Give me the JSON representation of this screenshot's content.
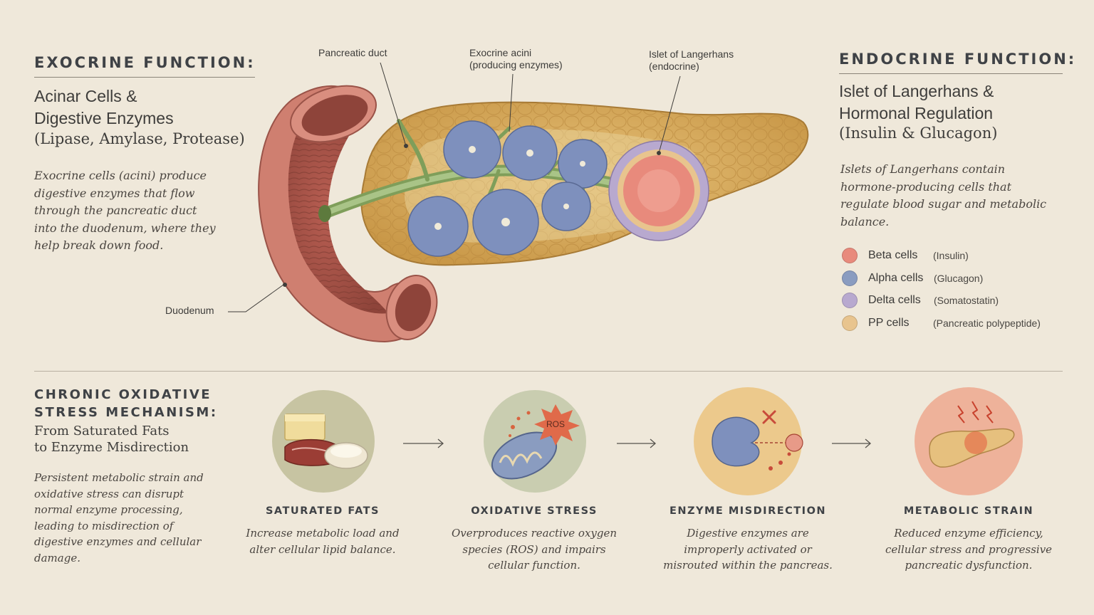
{
  "exocrine": {
    "heading": "EXOCRINE FUNCTION:",
    "title_line1": "Acinar Cells &",
    "title_line2": "Digestive Enzymes",
    "subtitle": "(Lipase, Amylase, Protease)",
    "body": "Exocrine cells (acini) produce digestive enzymes that flow through the pancreatic duct into the duodenum, where they help break down food."
  },
  "endocrine": {
    "heading": "ENDOCRINE FUNCTION:",
    "title_line1": "Islet of Langerhans &",
    "title_line2": "Hormonal Regulation",
    "subtitle": "(Insulin & Glucagon)",
    "body": "Islets of Langerhans contain hormone-producing cells that regulate blood sugar and metabolic balance.",
    "legend": [
      {
        "name": "Beta cells",
        "hormone": "(Insulin)",
        "color": "#e88a7c"
      },
      {
        "name": "Alpha cells",
        "hormone": "(Glucagon)",
        "color": "#8a9cc0"
      },
      {
        "name": "Delta cells",
        "hormone": "(Somatostatin)",
        "color": "#b8a9cf"
      },
      {
        "name": "PP cells",
        "hormone": "(Pancreatic polypeptide)",
        "color": "#e8c48e"
      }
    ]
  },
  "labels": {
    "duct": "Pancreatic duct",
    "acini_line1": "Exocrine acini",
    "acini_line2": "(producing enzymes)",
    "islet_line1": "Islet of Langerhans",
    "islet_line2": "(endocrine)",
    "duodenum": "Duodenum"
  },
  "mechanism": {
    "heading_line1": "CHRONIC OXIDATIVE",
    "heading_line2": "STRESS MECHANISM:",
    "title_line1": "From Saturated Fats",
    "title_line2": "to Enzyme Misdirection",
    "body": "Persistent metabolic strain and oxidative stress can disrupt normal enzyme processing, leading to misdirection of digestive enzymes and cellular damage."
  },
  "steps": [
    {
      "title": "SATURATED FATS",
      "desc": "Increase metabolic load and alter cellular lipid balance."
    },
    {
      "title": "OXIDATIVE STRESS",
      "desc": "Overproduces reactive oxygen species (ROS) and impairs cellular function."
    },
    {
      "title": "ENZYME MISDIRECTION",
      "desc": "Digestive enzymes are improperly activated or misrouted within the pancreas."
    },
    {
      "title": "METABOLIC STRAIN",
      "desc": "Reduced enzyme efficiency, cellular stress and progressive pancreatic dysfunction."
    }
  ],
  "ros_badge": "ROS",
  "colors": {
    "background": "#efe8da",
    "pancreas": "#dcb063",
    "duodenum": "#c9786a",
    "duct": "#8fae6b",
    "acini": "#7e90bd"
  }
}
